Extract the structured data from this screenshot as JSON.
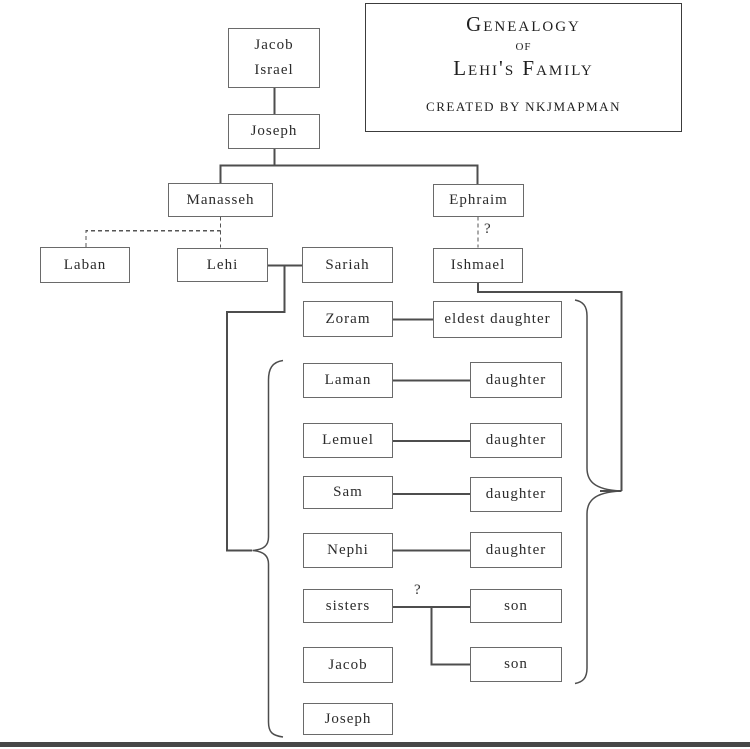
{
  "title_box": {
    "line1": "Genealogy",
    "line2": "of",
    "line3": "Lehi's Family",
    "credit": "CREATED BY NKJMAPMAN"
  },
  "nodes": {
    "jacob_israel_line1": "Jacob",
    "jacob_israel_line2": "Israel",
    "joseph_of_egypt": "Joseph",
    "manasseh": "Manasseh",
    "ephraim": "Ephraim",
    "laban": "Laban",
    "lehi": "Lehi",
    "sariah": "Sariah",
    "ishmael": "Ishmael",
    "zoram": "Zoram",
    "eldest_daughter": "eldest daughter",
    "laman": "Laman",
    "daughter1": "daughter",
    "lemuel": "Lemuel",
    "daughter2": "daughter",
    "sam": "Sam",
    "daughter3": "daughter",
    "nephi": "Nephi",
    "daughter4": "daughter",
    "sisters": "sisters",
    "son1": "son",
    "jacob": "Jacob",
    "son2": "son",
    "joseph": "Joseph"
  },
  "annotations": {
    "uncertainty_ephraim_ishmael": "?",
    "uncertainty_sisters_sons": "?"
  },
  "colors": {
    "line": "#4d4d4d",
    "box_border": "#6a6a6a",
    "text": "#2b2b2b",
    "bottom_bar": "#474747",
    "background": "#ffffff"
  }
}
